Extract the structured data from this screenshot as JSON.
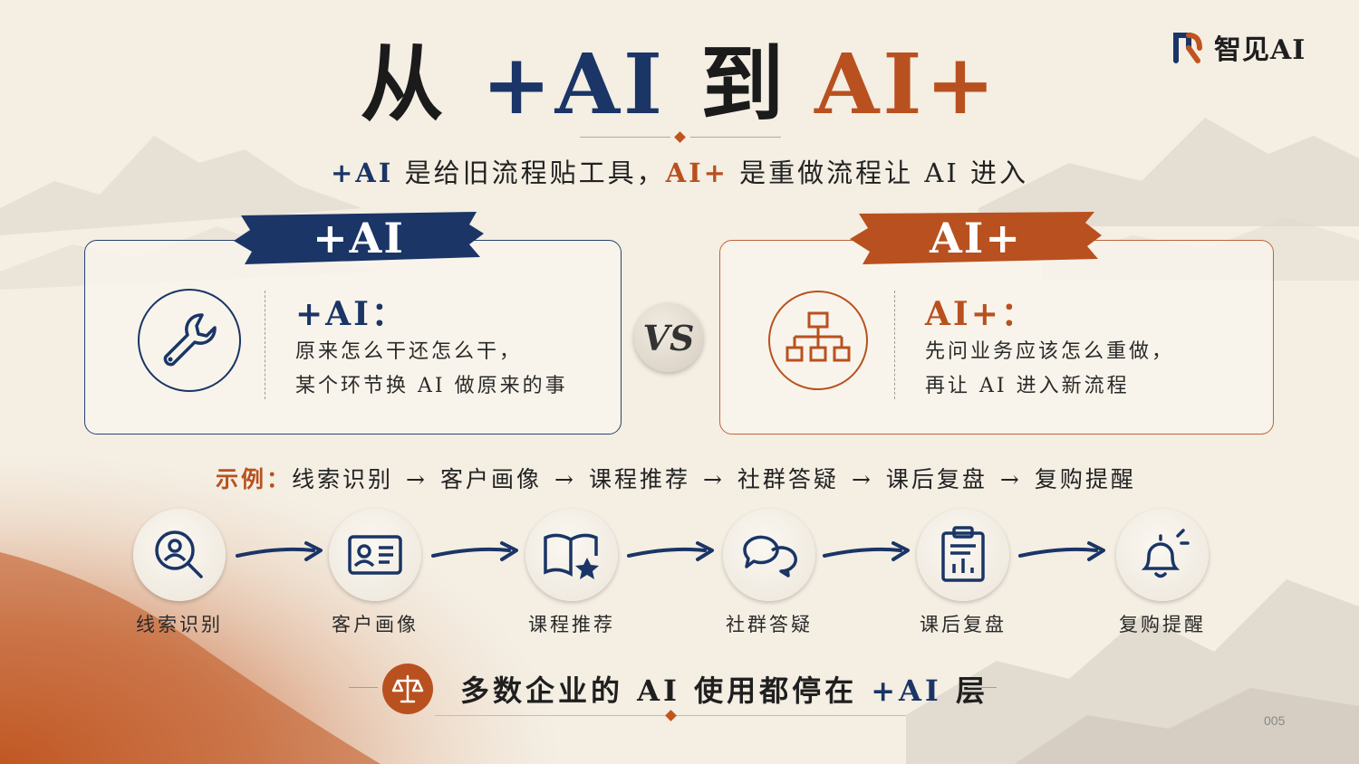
{
  "brand": {
    "logo_text": "智见AI"
  },
  "title": {
    "part1": "从",
    "part2": "+AI",
    "part3": "到",
    "part4": "AI+"
  },
  "subtitle": {
    "part1": "+AI",
    "part2": " 是给旧流程贴工具，",
    "part3": "AI+",
    "part4": " 是重做流程让 AI 进入"
  },
  "cards": {
    "left": {
      "banner": "+AI",
      "heading": "+AI：",
      "lines": [
        "原来怎么干还怎么干，",
        "某个环节换 AI 做原来的事"
      ],
      "icon": "wrench-icon"
    },
    "vs": "VS",
    "right": {
      "banner": "AI+",
      "heading": "AI+：",
      "lines": [
        "先问业务应该怎么重做，",
        "再让 AI 进入新流程"
      ],
      "icon": "org-chart-icon"
    }
  },
  "example": {
    "label": "示例：",
    "arrow": "→",
    "steps": [
      "线索识别",
      "客户画像",
      "课程推荐",
      "社群答疑",
      "课后复盘",
      "复购提醒"
    ]
  },
  "flow": {
    "steps": [
      {
        "label": "线索识别",
        "icon": "search-person-icon"
      },
      {
        "label": "客户画像",
        "icon": "id-card-icon"
      },
      {
        "label": "课程推荐",
        "icon": "book-star-icon"
      },
      {
        "label": "社群答疑",
        "icon": "chat-bubbles-icon"
      },
      {
        "label": "课后复盘",
        "icon": "clipboard-chart-icon"
      },
      {
        "label": "复购提醒",
        "icon": "bell-icon"
      }
    ]
  },
  "conclusion": {
    "part1": "多数企业的 AI 使用都停在 ",
    "part2": "+AI",
    "part3": " 层",
    "icon": "scale-icon"
  },
  "page_number": "005",
  "colors": {
    "navy": "#1a3566",
    "orange": "#b8511f",
    "paper": "#f4eee3"
  }
}
